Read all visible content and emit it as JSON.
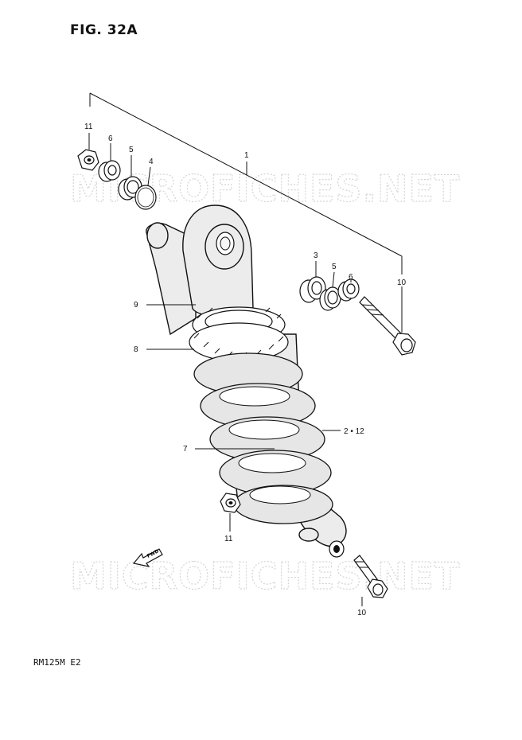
{
  "figure": {
    "title": "FIG. 32A",
    "model_code": "RM125M  E2"
  },
  "watermark": {
    "text": "MICROFICHES.NET"
  },
  "callouts": {
    "c1": "1",
    "c2_12": "2 • 12",
    "c3": "3",
    "c4": "4",
    "c5_top": "5",
    "c5_right": "5",
    "c6_top": "6",
    "c6_right": "6",
    "c7": "7",
    "c8": "8",
    "c9": "9",
    "c10_right": "10",
    "c10_bottom": "10",
    "c11_top": "11",
    "c11_bottom": "11"
  },
  "fwd_label": "FWD",
  "icons": {
    "fwd": "fwd-arrow-icon"
  }
}
